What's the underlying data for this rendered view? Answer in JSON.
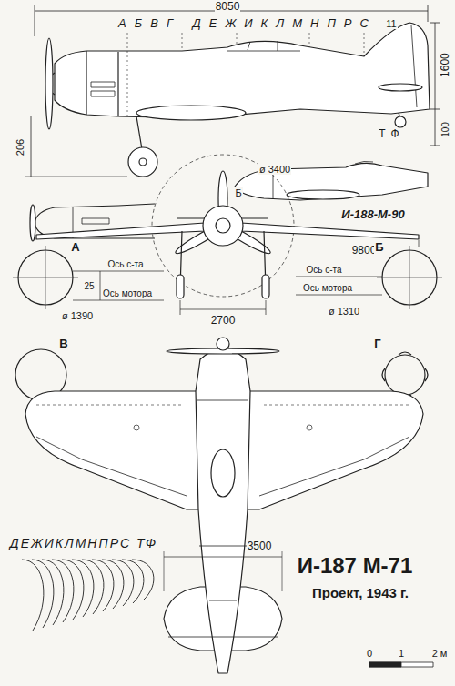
{
  "diagram": {
    "title": "И-187 М-71",
    "caption": "Проект, 1943 г.",
    "labels": [
      "8050",
      "11",
      "АБВГ ДЕЖИКЛМНПРС",
      "1600",
      "100",
      "Т",
      "Ф",
      "206",
      "И-188-М-90",
      "Б",
      "9800",
      "ø 3400",
      "А",
      "Б",
      "Ось с-та",
      "Ось мотора",
      "25",
      "ø 1390",
      "Ось с-та",
      "Ось мотора",
      "ø 1310",
      "2700",
      "В",
      "Г",
      "ДЕЖИКЛМНПРС ТФ",
      "3500",
      "0",
      "1",
      "2 м"
    ]
  }
}
